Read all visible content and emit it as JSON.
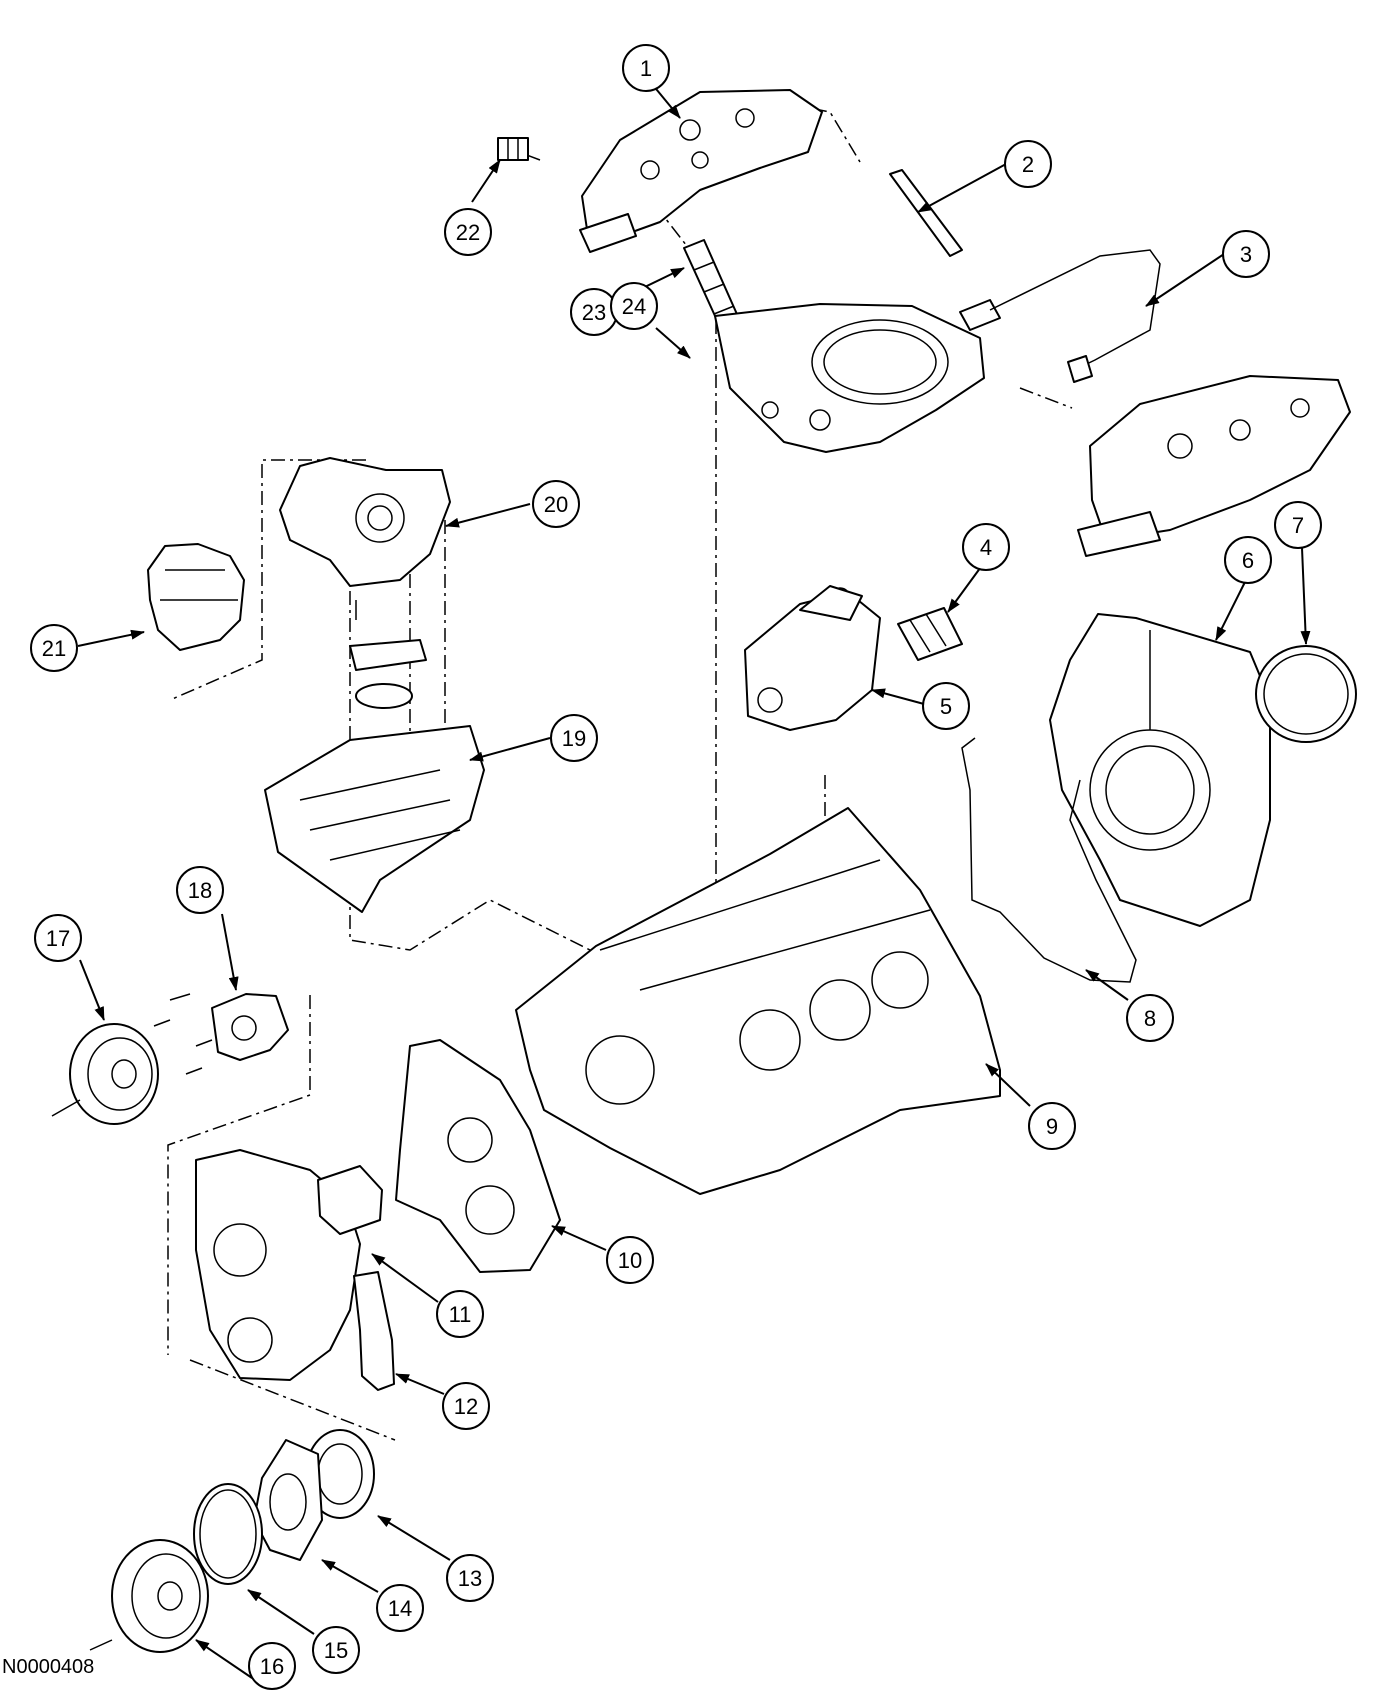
{
  "reference_code": "N0000408",
  "callouts": [
    {
      "label": "1"
    },
    {
      "label": "2"
    },
    {
      "label": "3"
    },
    {
      "label": "4"
    },
    {
      "label": "5"
    },
    {
      "label": "6"
    },
    {
      "label": "7"
    },
    {
      "label": "8"
    },
    {
      "label": "9"
    },
    {
      "label": "10"
    },
    {
      "label": "11"
    },
    {
      "label": "12"
    },
    {
      "label": "13"
    },
    {
      "label": "14"
    },
    {
      "label": "15"
    },
    {
      "label": "16"
    },
    {
      "label": "17"
    },
    {
      "label": "18"
    },
    {
      "label": "19"
    },
    {
      "label": "20"
    },
    {
      "label": "21"
    },
    {
      "label": "22"
    },
    {
      "label": "23"
    },
    {
      "label": "24"
    }
  ]
}
